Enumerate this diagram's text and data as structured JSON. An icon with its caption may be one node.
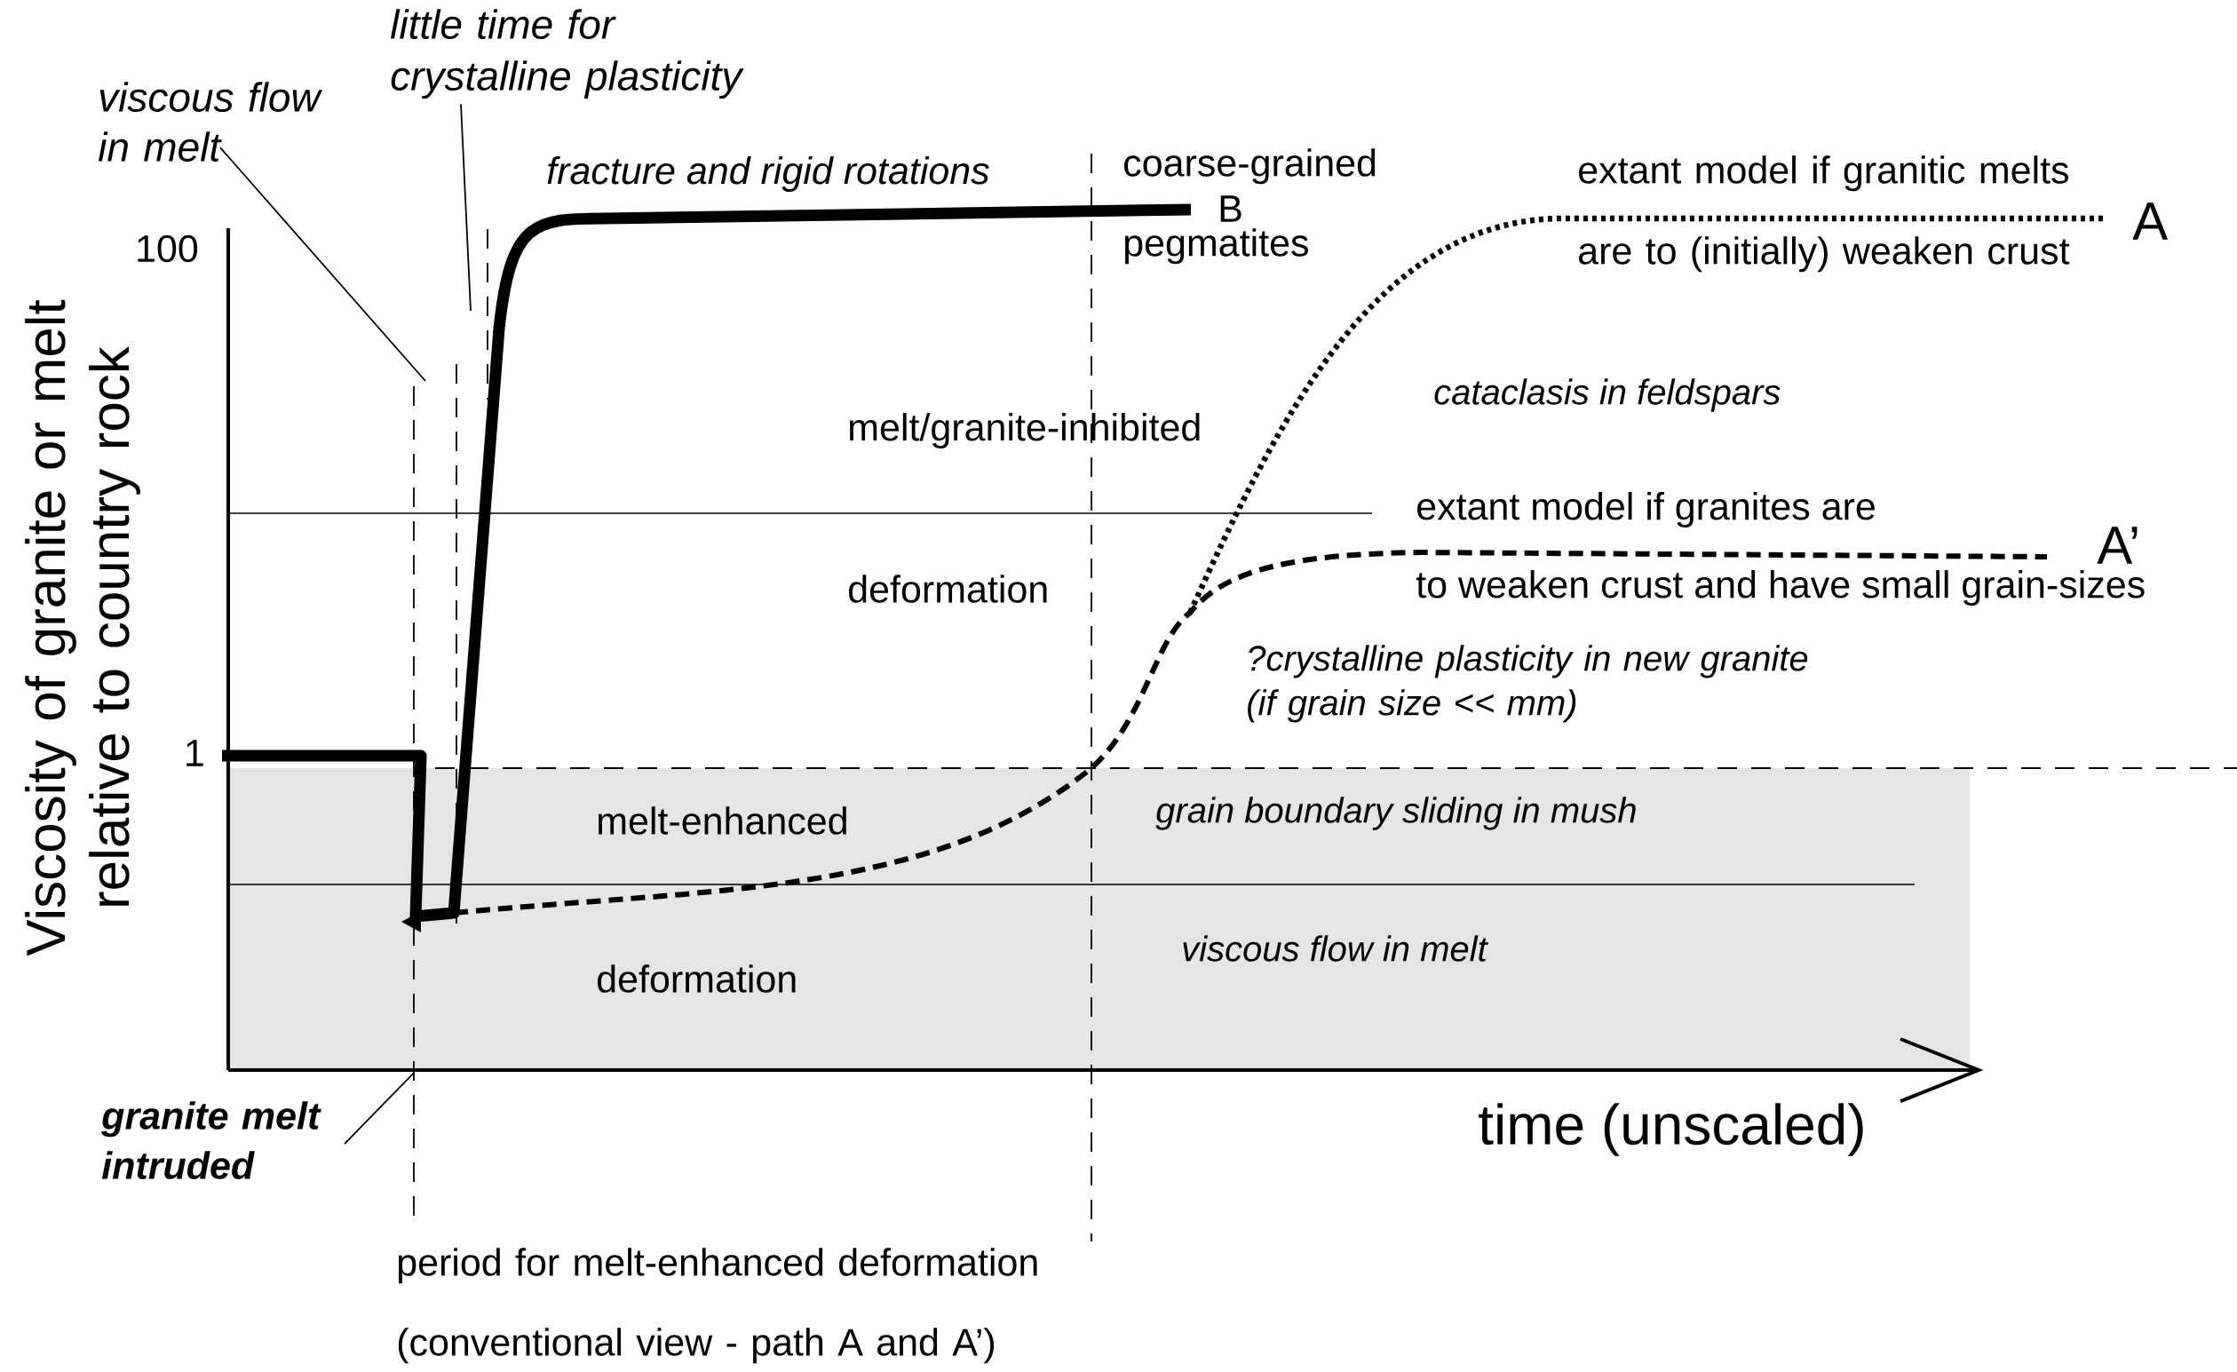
{
  "diagram": {
    "nodes": [
      {
        "text": [
          "viscous flow in melt"
        ]
      },
      {
        "text": [
          "little time for crystalline plasticity"
        ]
      },
      {
        "text": [
          "granite melt intruded"
        ]
      }
    ],
    "edges": [
      {
        "from": 0,
        "to": null,
        "arrow": "none"
      },
      {
        "from": 1,
        "to": null,
        "arrow": "none"
      },
      {
        "from": 2,
        "to": null,
        "arrow": "none"
      }
    ],
    "labels": [
      "fracture and rigid rotations",
      "coarse-grained pegmatites",
      "B",
      "extant model if granitic melts are to (initially) weaken crust",
      "A",
      "100",
      "cataclasis in feldspars",
      "melt/granite-inhibited",
      "extant model if granites are",
      "A’",
      "to weaken crust and have small grain-sizes",
      "deformation",
      "?crystalline plasticity in new granite (if grain size << mm)",
      "1",
      "melt-enhanced",
      "grain boundary sliding in mush",
      "viscous flow in melt",
      "deformation",
      "time (unscaled)",
      "period for melt-enhanced deformation (conventional view - path A and A’)",
      "Viscosity of granite or melt relative to country rock"
    ]
  }
}
